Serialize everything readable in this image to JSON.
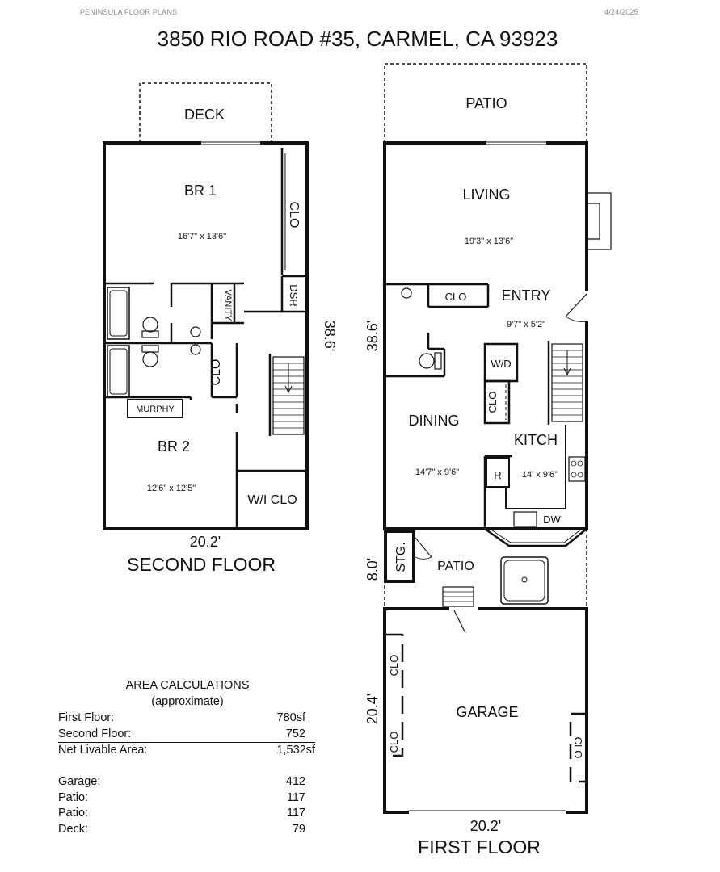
{
  "header": {
    "company": "PENINSULA FLOOR PLANS",
    "date": "4/24/2025",
    "address": "3850 RIO ROAD #35, CARMEL, CA 93923"
  },
  "second_floor": {
    "title": "SECOND FLOOR",
    "width_dim": "20.2'",
    "depth_dim": "38.6'",
    "rooms": {
      "deck": "DECK",
      "br1": "BR 1",
      "br1_size": "16'7\" x 13'6\"",
      "clo1": "CLO",
      "dsr": "DSR",
      "vanity": "VANITY",
      "clo2": "CLO",
      "murphy": "MURPHY",
      "br2": "BR 2",
      "br2_size": "12'6\" x 12'5\"",
      "wi_clo": "W/I CLO"
    }
  },
  "first_floor": {
    "title": "FIRST FLOOR",
    "width_dim": "20.2'",
    "depth_dim": "38.6'",
    "patio_dim": "8.0'",
    "garage_dim": "20.4'",
    "rooms": {
      "patio_top": "PATIO",
      "living": "LIVING",
      "living_size": "19'3\" x 13'6\"",
      "clo": "CLO",
      "entry": "ENTRY",
      "entry_size": "9'7\" x 5'2\"",
      "wd": "W/D",
      "clo_kitchen": "CLO",
      "dining": "DINING",
      "dining_size": "14'7\" x 9'6\"",
      "kitchen": "KITCH",
      "kitchen_size": "14' x 9'6\"",
      "fridge": "R",
      "dw": "DW",
      "stg": "STG.",
      "patio_mid": "PATIO",
      "garage": "GARAGE",
      "garage_clo_left_top": "CLO",
      "garage_clo_left_bottom": "CLO",
      "garage_clo_right": "CLO"
    }
  },
  "area": {
    "heading": "AREA CALCULATIONS",
    "subheading": "(approximate)",
    "rows": [
      {
        "label": "First Floor:",
        "value": "780sf"
      },
      {
        "label": "Second Floor:",
        "value": "752"
      },
      {
        "label": "Net Livable Area:",
        "value": "1,532sf"
      },
      {
        "label": "Garage:",
        "value": "412"
      },
      {
        "label": "Patio:",
        "value": "117"
      },
      {
        "label": "Patio:",
        "value": "117"
      },
      {
        "label": "Deck:",
        "value": "79"
      }
    ]
  }
}
